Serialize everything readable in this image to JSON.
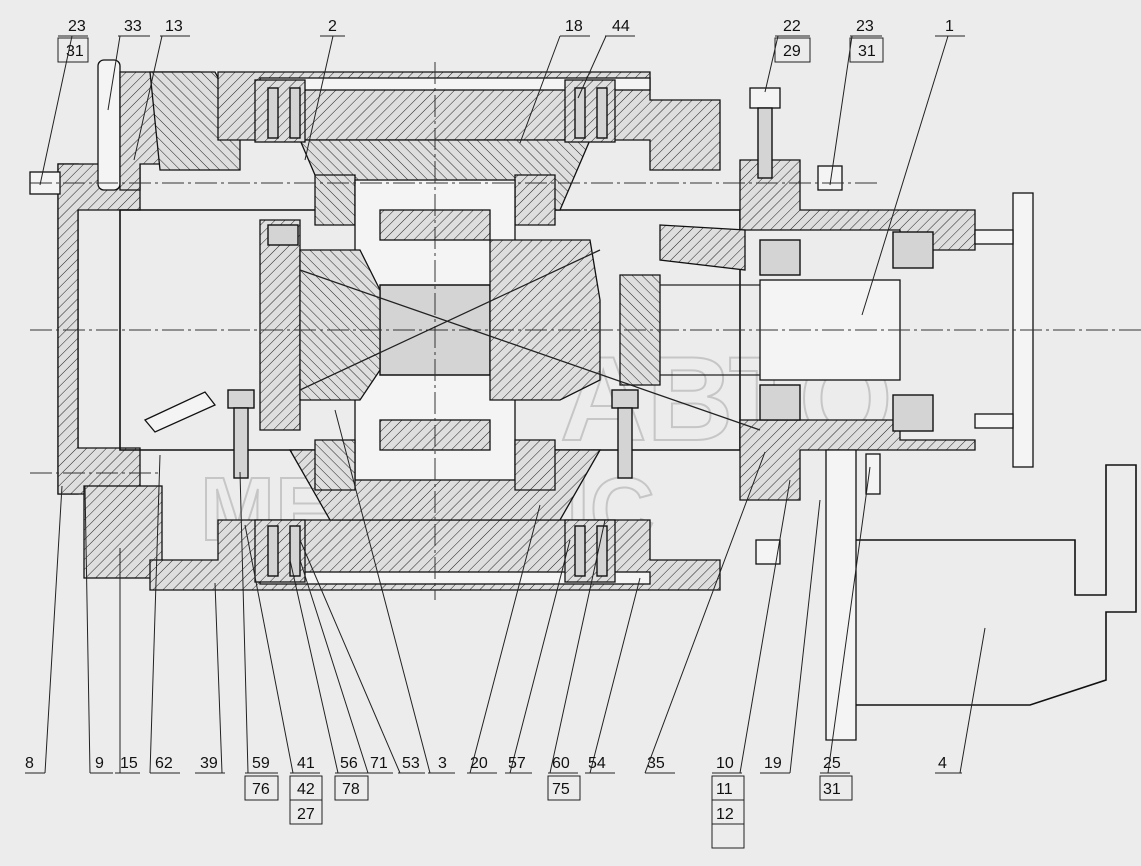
{
  "labels": {
    "l23a": "23",
    "l31a": "31",
    "l33": "33",
    "l13": "13",
    "l2": "2",
    "l18": "18",
    "l44": "44",
    "l22": "22",
    "l29": "29",
    "l23b": "23",
    "l31b": "31",
    "l1": "1",
    "l8": "8",
    "l9": "9",
    "l15": "15",
    "l62": "62",
    "l39": "39",
    "l59": "59",
    "l76": "76",
    "l41": "41",
    "l42": "42",
    "l27": "27",
    "l56": "56",
    "l78": "78",
    "l71": "71",
    "l53": "53",
    "l3": "3",
    "l20": "20",
    "l57": "57",
    "l60": "60",
    "l75": "75",
    "l54": "54",
    "l35": "35",
    "l10": "10",
    "l11": "11",
    "l12": "12",
    "l19": "19",
    "l25": "25",
    "l31c": "31",
    "l4": "4"
  },
  "watermark": {
    "line1": "АВТО",
    "line2": "МЕХАНИС"
  },
  "colors": {
    "background": "#ececec",
    "line": "#111111"
  }
}
